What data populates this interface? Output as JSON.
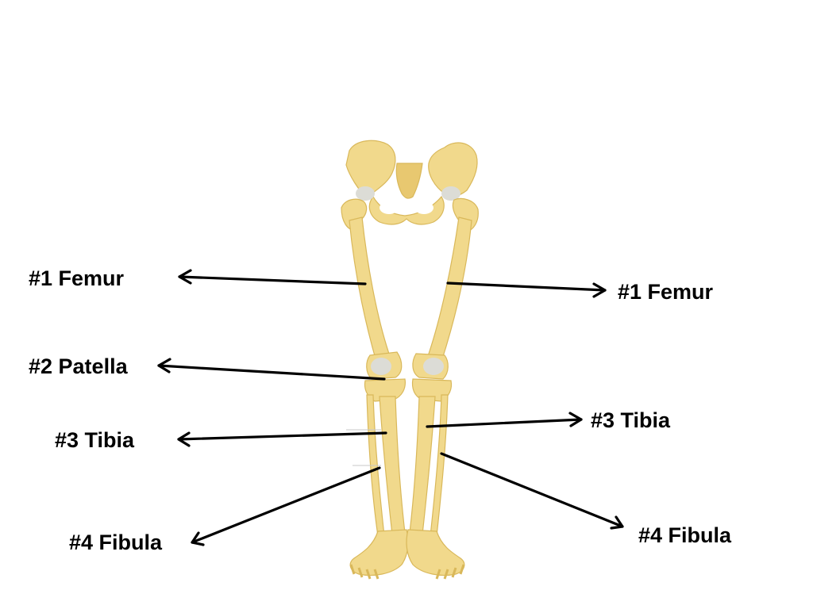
{
  "labels": [
    {
      "id": "femur-left",
      "text": "#1 Femur"
    },
    {
      "id": "femur-right",
      "text": "#1 Femur"
    },
    {
      "id": "patella-left",
      "text": "#2 Patella"
    },
    {
      "id": "tibia-left",
      "text": "#3 Tibia"
    },
    {
      "id": "tibia-right",
      "text": "#3 Tibia"
    },
    {
      "id": "fibula-left",
      "text": "#4 Fibula"
    },
    {
      "id": "fibula-right",
      "text": "#4 Fibula"
    }
  ],
  "colors": {
    "bone": "#f1d98c",
    "bone_shade": "#e8c870",
    "cartilage": "#dcdcd6",
    "arrow": "#000000",
    "text": "#000000"
  }
}
